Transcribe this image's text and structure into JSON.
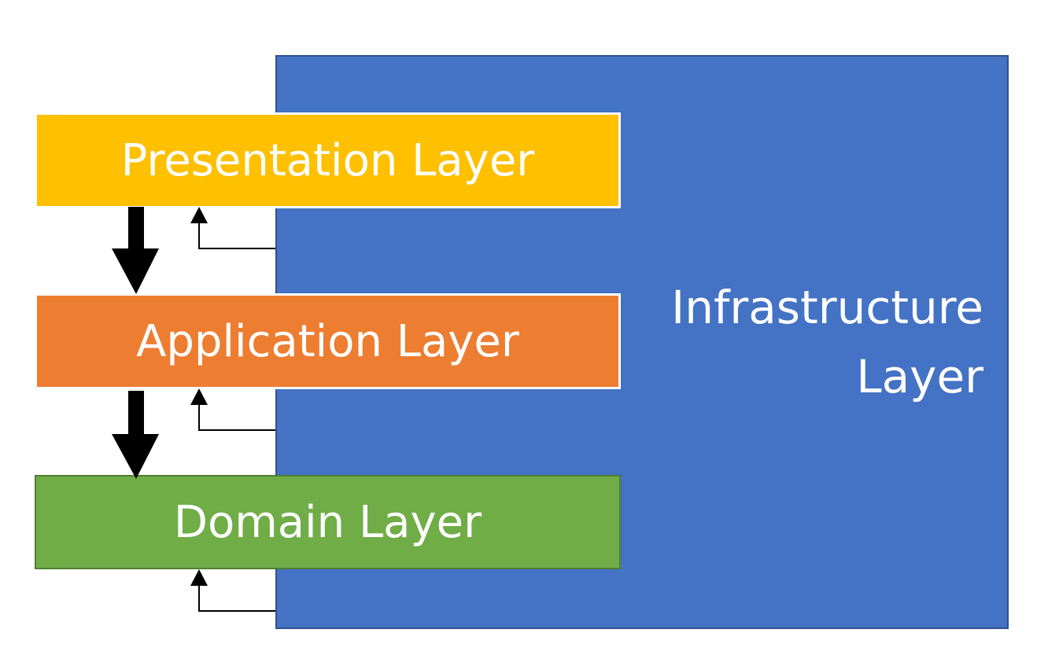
{
  "colors": {
    "infrastructure": "#4472c4",
    "presentation": "#ffc000",
    "application": "#ed7d31",
    "domain": "#70ad47",
    "arrow": "#000000"
  },
  "layers": {
    "infrastructure": "Infrastructure\nLayer",
    "presentation": "Presentation Layer",
    "application": "Application Layer",
    "domain": "Domain Layer"
  }
}
